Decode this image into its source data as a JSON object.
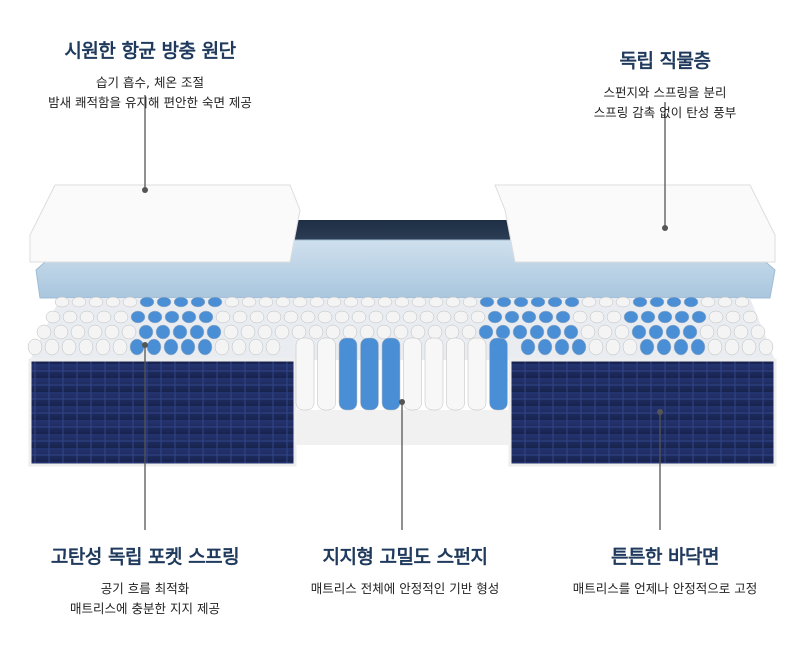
{
  "labels": {
    "top_layer": {
      "title": "시원한 항균 방충 원단",
      "lines": [
        "습기 흡수, 체온 조절",
        "밤새 쾌적함을 유지해 편안한 숙면 제공"
      ]
    },
    "felt_layer": {
      "title": "독립 직물층",
      "lines": [
        "스펀지와 스프링을 분리",
        "스프링 감촉 없이 탄성 풍부"
      ]
    },
    "spring_layer": {
      "title": "고탄성 독립 포켓 스프링",
      "lines": [
        "공기 흐름 최적화",
        "매트리스에 충분한 지지 제공"
      ]
    },
    "foam_layer": {
      "title": "지지형 고밀도 스펀지",
      "lines": [
        "매트리스 전체에 안정적인 기반 형성"
      ]
    },
    "base_layer": {
      "title": "튼튼한 바닥면",
      "lines": [
        "매트리스를 언제나 안정적으로 고정"
      ]
    }
  },
  "colors": {
    "title": "#1f3a5c",
    "navy": "#1c2a5e",
    "blue_spring": "#4a8fd6",
    "felt": "#b9d3e6"
  }
}
